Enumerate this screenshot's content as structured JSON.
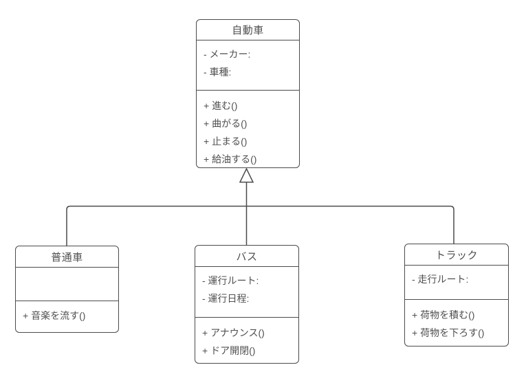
{
  "diagram": {
    "type": "uml-class-diagram",
    "colors": {
      "stroke": "#4a4a4a",
      "text": "#4f4f4f",
      "box_fill": "#ffffff",
      "background": "#ffffff"
    },
    "classes": [
      {
        "name": "自動車",
        "attributes": [
          "- メーカー:",
          "- 車種:"
        ],
        "methods": [
          "+ 進む()",
          "+ 曲がる()",
          "+ 止まる()",
          "+ 給油する()"
        ]
      },
      {
        "name": "普通車",
        "attributes": [],
        "methods": [
          "+ 音楽を流す()"
        ]
      },
      {
        "name": "バス",
        "attributes": [
          "- 運行ルート:",
          "- 運行日程:"
        ],
        "methods": [
          "+ アナウンス()",
          "+ ドア開閉()"
        ]
      },
      {
        "name": "トラック",
        "attributes": [
          "- 走行ルート:"
        ],
        "methods": [
          "+ 荷物を積む()",
          "+ 荷物を下ろす()"
        ]
      }
    ],
    "relationships": [
      {
        "type": "generalization",
        "child": "普通車",
        "parent": "自動車"
      },
      {
        "type": "generalization",
        "child": "バス",
        "parent": "自動車"
      },
      {
        "type": "generalization",
        "child": "トラック",
        "parent": "自動車"
      }
    ]
  }
}
